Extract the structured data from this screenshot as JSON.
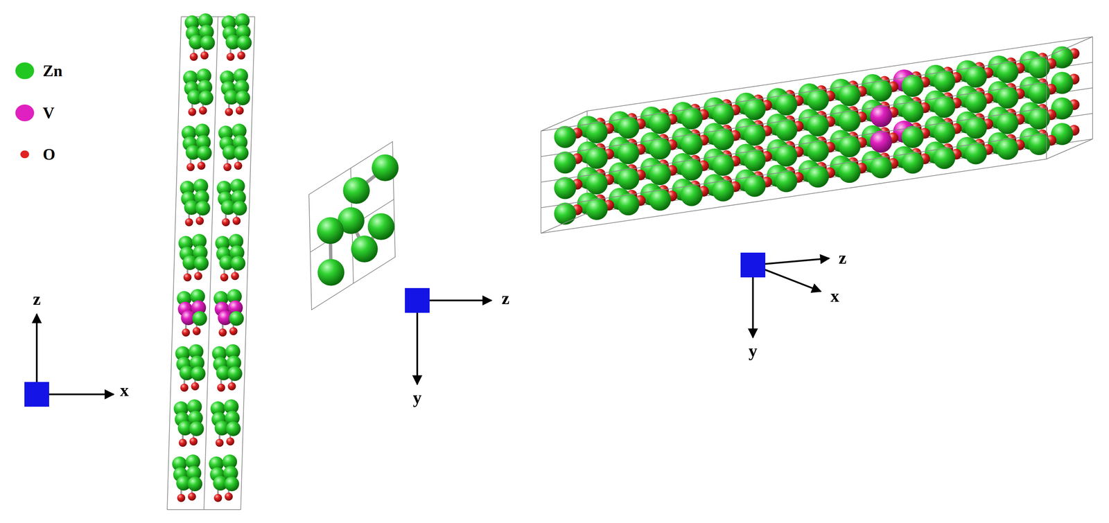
{
  "diagram": {
    "labels": [
      "z",
      "x",
      "z",
      "y",
      "z",
      "x",
      "y"
    ],
    "legend": [
      {
        "text": "Zn",
        "color": "#22c722"
      },
      {
        "text": "V",
        "color": "#e020c0"
      },
      {
        "text": "O",
        "color": "#e02222"
      }
    ]
  }
}
